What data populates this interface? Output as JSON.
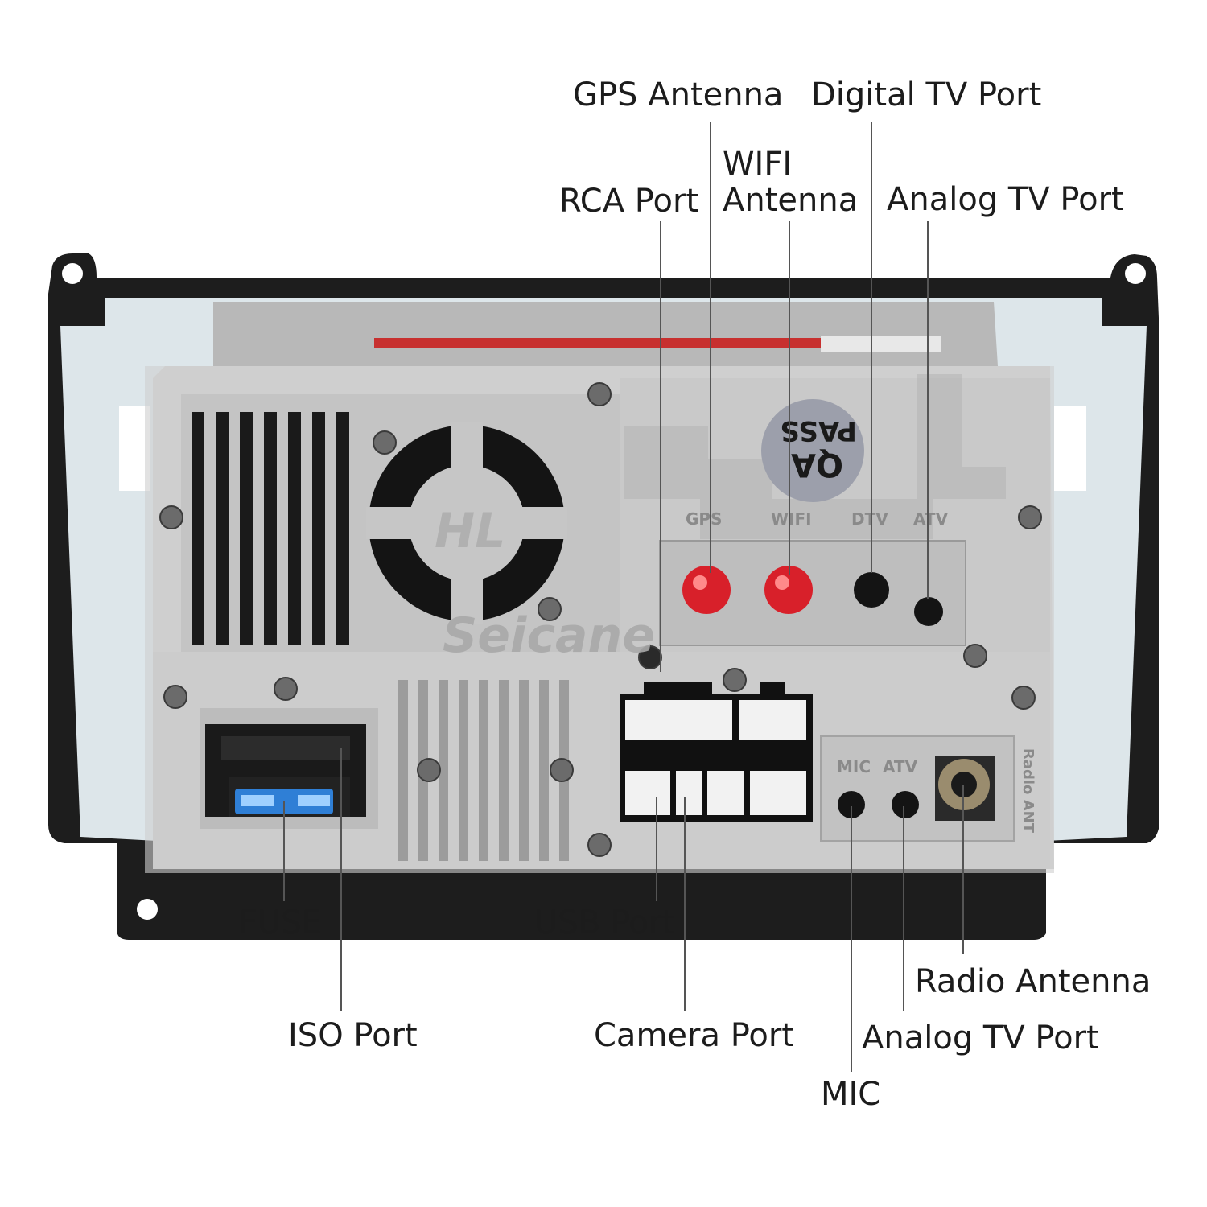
{
  "callouts": {
    "gps_antenna": "GPS Antenna",
    "digital_tv_port": "Digital TV Port",
    "wifi_antenna_line1": "WIFI",
    "wifi_antenna_line2": "Antenna",
    "rca_port": "RCA Port",
    "analog_tv_port_top": "Analog TV Port",
    "fuse": "FUSE",
    "iso_port": "ISO Port",
    "usb_port": "USB Port",
    "camera_port": "Camera Port",
    "radio_antenna": "Radio Antenna",
    "analog_tv_port_bottom": "Analog TV Port",
    "mic": "MIC"
  },
  "panel_markings": {
    "gps": "GPS",
    "wifi": "WIFI",
    "dtv": "DTV",
    "atv_top": "ATV",
    "mic": "MIC",
    "atv_bottom": "ATV",
    "radio_ant": "Radio ANT",
    "qa_line1": "QA",
    "qa_line2": "PASS",
    "fan_logo": "HL",
    "watermark": "Seicane"
  },
  "colors": {
    "antenna_connector": "#d8202a",
    "fuse": "#2f7fd6",
    "chassis": "#cfcfcf",
    "frame": "#1d1d1d",
    "backing_plate": "#dde6ea"
  }
}
